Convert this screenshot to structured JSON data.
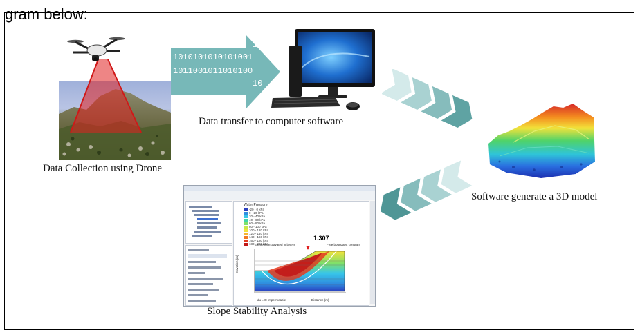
{
  "page": {
    "header_fragment": "gram below:"
  },
  "steps": {
    "collection": {
      "caption": "Data Collection using Drone"
    },
    "transfer": {
      "caption": "Data transfer to computer software",
      "binary_lines": [
        "10",
        "1010101010101001",
        "1011001011010100",
        "10"
      ]
    },
    "model": {
      "caption": "Software generate a 3D model"
    },
    "analysis": {
      "caption": "Slope Stability Analysis",
      "factor_of_safety": "1.307",
      "plot_title": "Elements excavated in layers",
      "boundary_label": "Free boundary: constant",
      "bottom_label": "du = 0: impermeable",
      "x_axis_label": "Distance (m)",
      "y_axis_label": "Elevation (m)",
      "legend_title": "Water Pressure",
      "legend_items": [
        "-20 - 0 kPa",
        "0 - 20 kPa",
        "20 - 40 kPa",
        "40 - 60 kPa",
        "60 - 80 kPa",
        "80 - 100 kPa",
        "100 - 120 kPa",
        "120 - 140 kPa",
        "140 - 160 kPa",
        "160 - 180 kPa",
        "180 - 200 kPa"
      ]
    }
  },
  "colors": {
    "arrow_teal": "#77b8b8",
    "arrow_light": "#d4eaea",
    "drone_beam": "#e02020",
    "legend": [
      "#2a3fbf",
      "#2f8fe0",
      "#38c6e8",
      "#3fd6a8",
      "#7fe06a",
      "#c8e84a",
      "#f2e23a",
      "#f6b52e",
      "#f27a22",
      "#e53a1e",
      "#c21818"
    ]
  }
}
